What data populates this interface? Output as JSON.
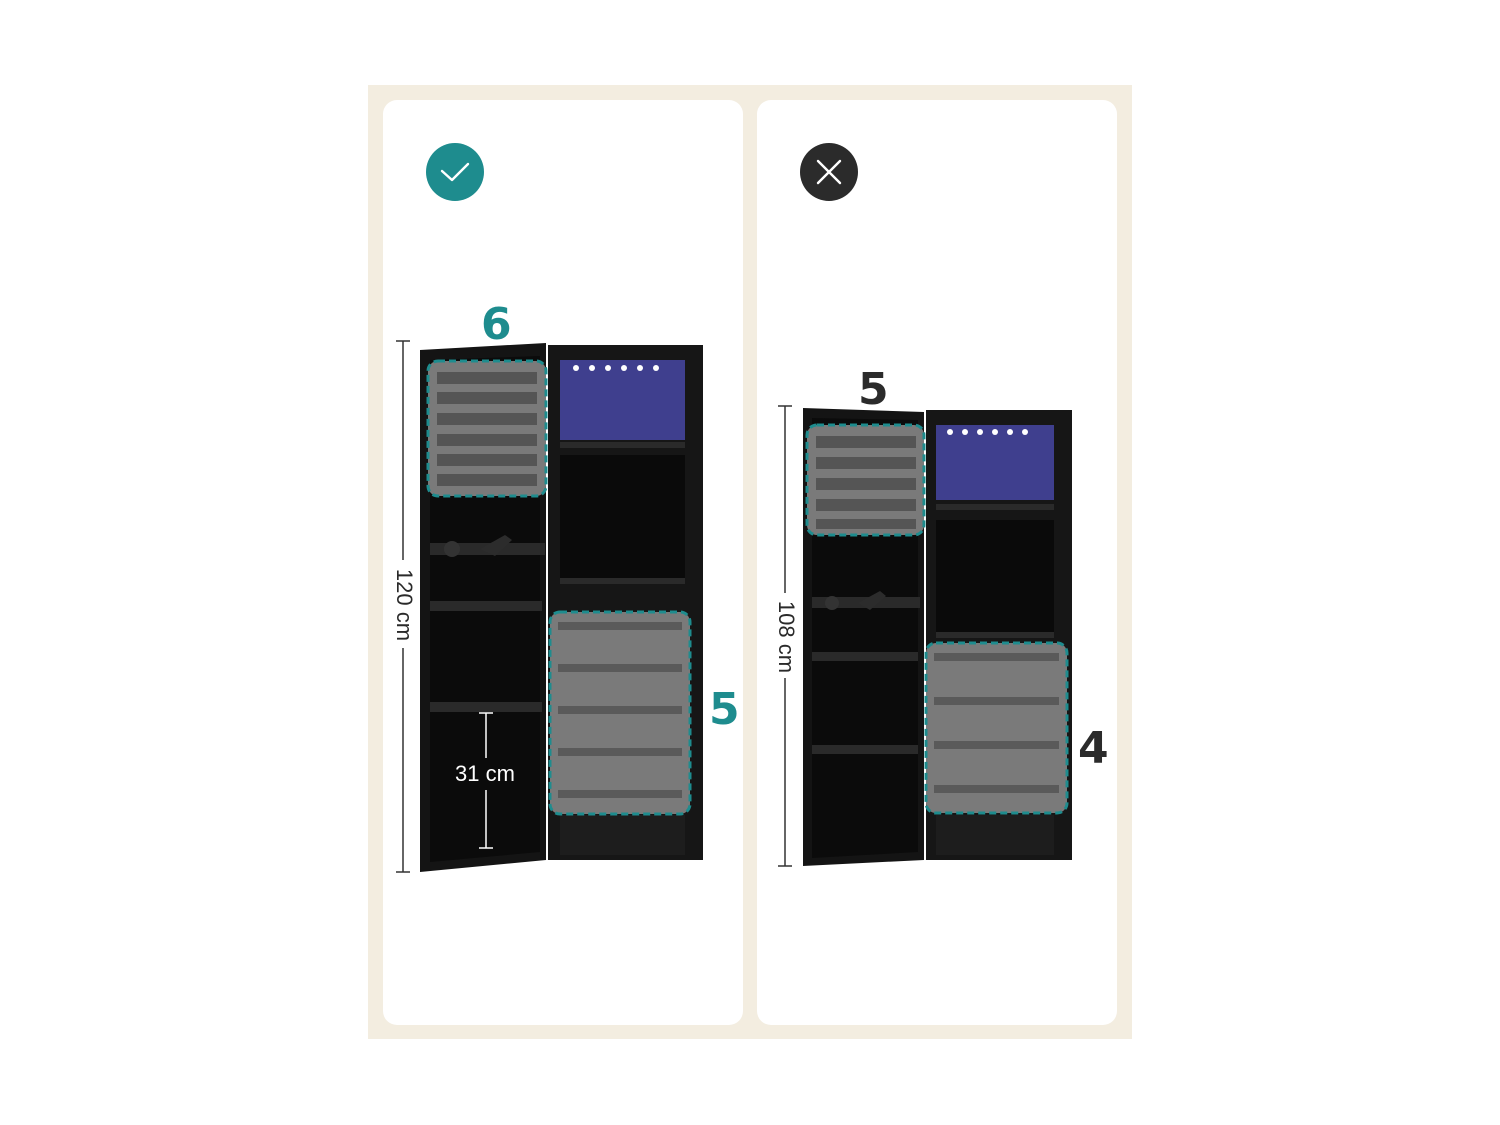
{
  "colors": {
    "accent": "#1e8c8e",
    "dark": "#2b2b2b",
    "frame": "#f3ede0",
    "cabinet": "#151515",
    "led": "#3f3f8e"
  },
  "left": {
    "status_icon": "checkmark-icon",
    "top_count": "6",
    "bottom_count": "5",
    "height_label": "120 cm",
    "spacing_label": "31 cm"
  },
  "right": {
    "status_icon": "cross-icon",
    "top_count": "5",
    "bottom_count": "4",
    "height_label": "108 cm"
  }
}
